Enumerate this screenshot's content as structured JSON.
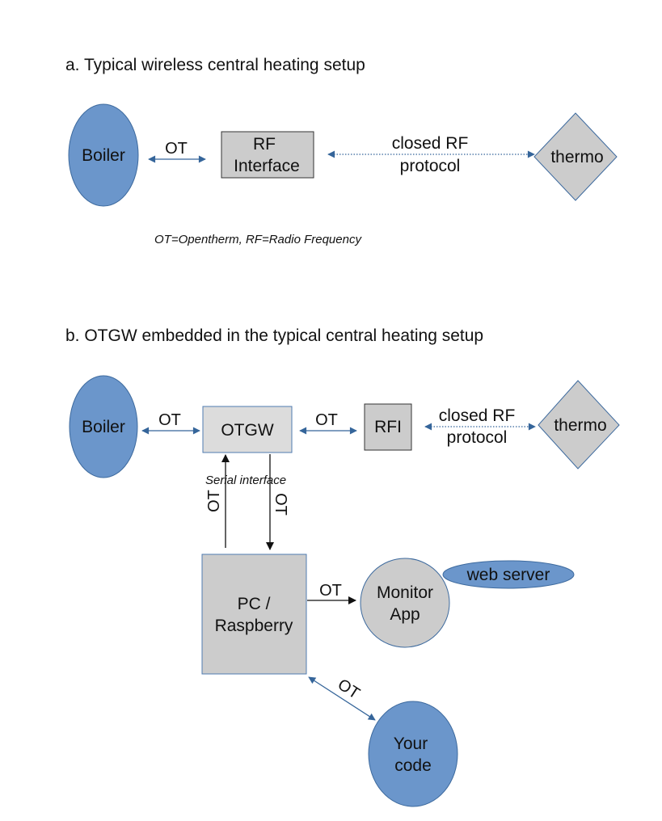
{
  "colors": {
    "blue_fill": "#6b96cb",
    "blue_stroke": "#3d6a9e",
    "gray_fill": "#cccccc",
    "light_gray_fill": "#dcdcdc",
    "box_stroke": "#333333",
    "arrow_blue": "#35659a",
    "arrow_black": "#111111",
    "otgw_stroke": "#4f7bb0"
  },
  "section_a": {
    "title": "a. Typical wireless central heating setup",
    "boiler": "Boiler",
    "ot_label": "OT",
    "rf_interface_line1": "RF",
    "rf_interface_line2": "Interface",
    "protocol_line1": "closed RF",
    "protocol_line2": "protocol",
    "thermo": "thermo",
    "footnote": "OT=Opentherm, RF=Radio Frequency"
  },
  "section_b": {
    "title": "b. OTGW embedded in the typical central heating setup",
    "boiler": "Boiler",
    "ot_boiler_otgw": "OT",
    "otgw": "OTGW",
    "ot_otgw_rfi": "OT",
    "rfi": "RFI",
    "protocol_line1": "closed RF",
    "protocol_line2": "protocol",
    "thermo": "thermo",
    "serial_interface": "Serial interface",
    "ot_up": "OT",
    "ot_down": "OT",
    "pc_line1": "PC /",
    "pc_line2": "Raspberry",
    "ot_monitor": "OT",
    "monitor_line1": "Monitor",
    "monitor_line2": "App",
    "web_server": "web server",
    "ot_code": "OT",
    "code_line1": "Your",
    "code_line2": "code"
  }
}
